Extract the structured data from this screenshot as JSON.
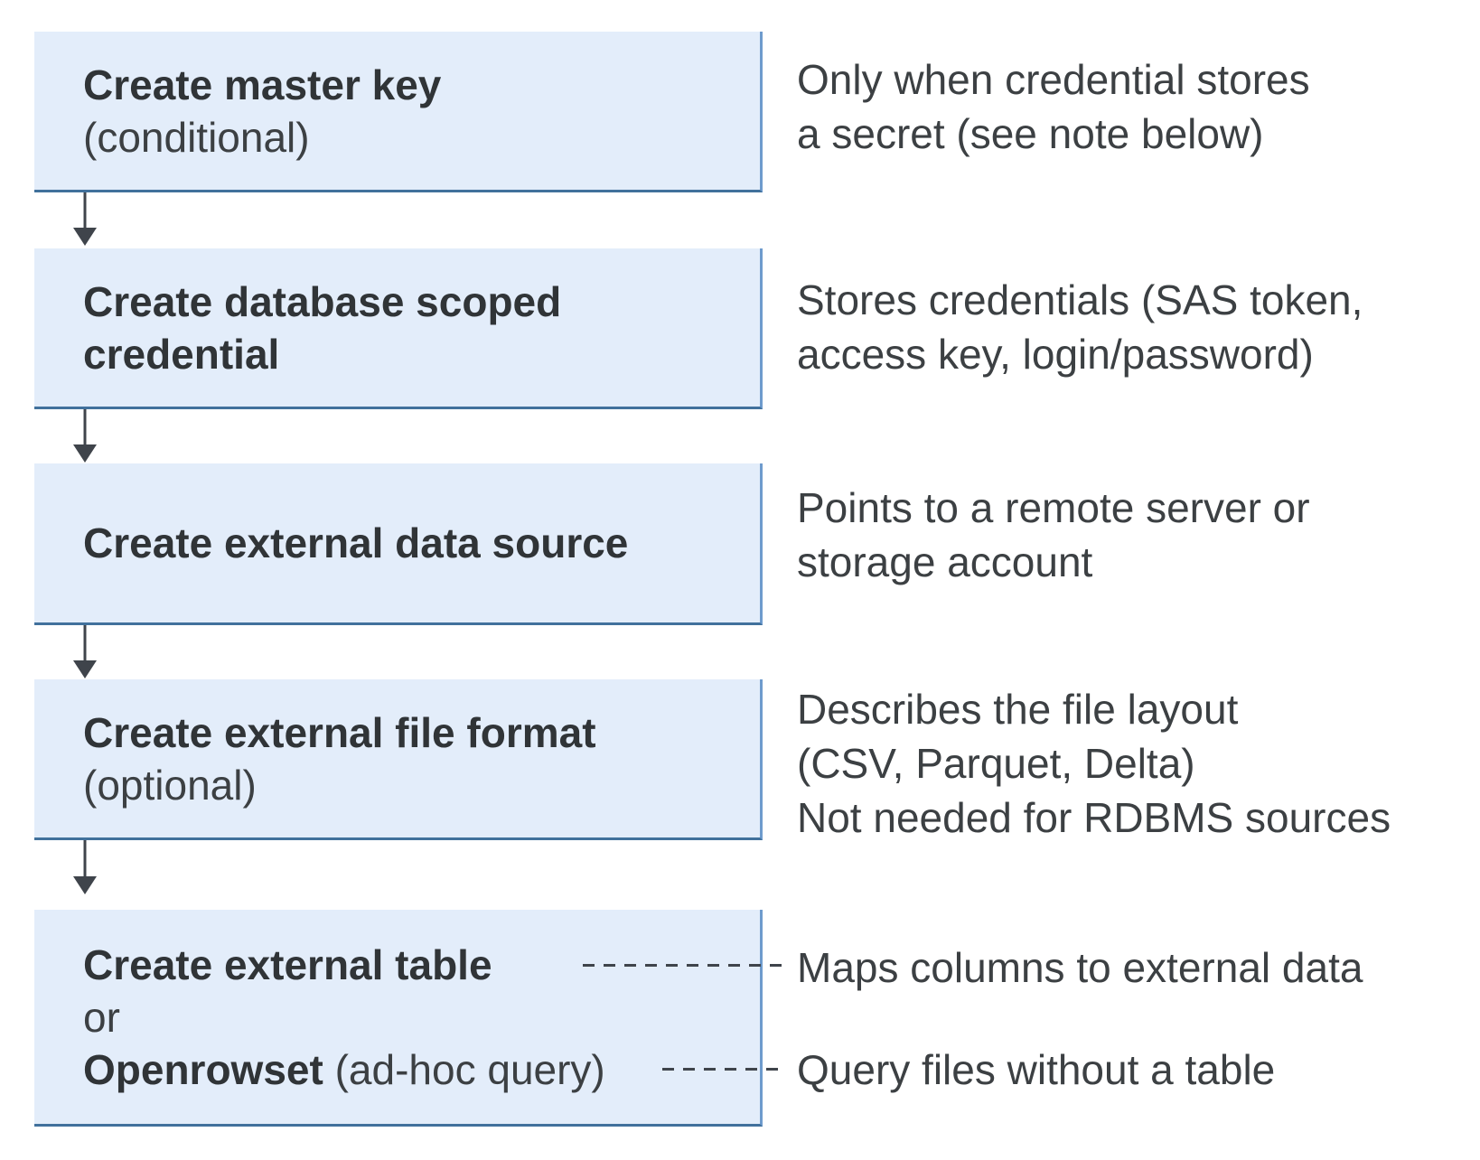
{
  "colors": {
    "box_fill": "#e3edfa",
    "box_border": "#41719c",
    "box_border_light": "#6e9bcd",
    "arrow": "#3f444b",
    "text_dark": "#303437",
    "text_body": "#3c4043"
  },
  "steps": [
    {
      "title": "Create master key",
      "subtitle": "(conditional)"
    },
    {
      "title_line1": "Create database scoped",
      "title_line2": "credential"
    },
    {
      "title": "Create external data source"
    },
    {
      "title": "Create external file format",
      "subtitle": "(optional)"
    },
    {
      "title": "Create external table",
      "connector": "or",
      "alt_bold": "Openrowset",
      "alt_rest": " (ad-hoc query)"
    }
  ],
  "notes": [
    {
      "line1": "Only when credential stores",
      "line2": "a secret (see note below)"
    },
    {
      "line1": "Stores credentials (SAS token,",
      "line2": "access key, login/password)"
    },
    {
      "line1": "Points to a remote server or",
      "line2": "storage account"
    },
    {
      "line1": "Describes the file layout",
      "line2": "(CSV, Parquet, Delta)",
      "line3": "Not needed for RDBMS sources"
    },
    {
      "line1": "Maps columns to external data"
    },
    {
      "line1": "Query files without a table"
    }
  ]
}
